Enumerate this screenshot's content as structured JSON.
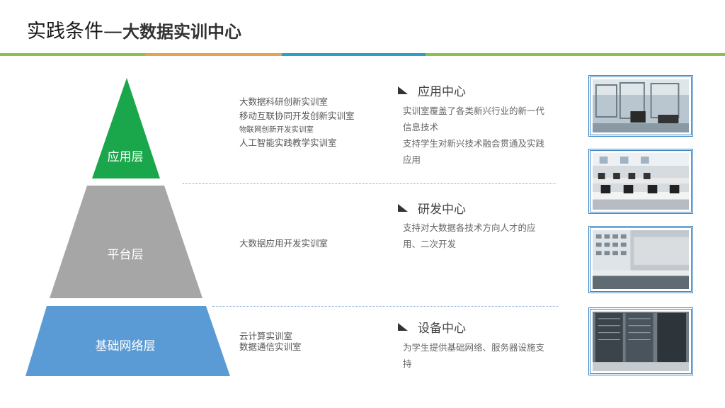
{
  "title": {
    "main": "实践条件—",
    "sub": "大数据实训中心"
  },
  "colors": {
    "green": "#1aa64a",
    "gray": "#a6a6a6",
    "blue": "#5b9bd5",
    "orange": "#e8a04c",
    "teal": "#2aa0c6",
    "lime": "#8cc152"
  },
  "pyramid": [
    {
      "label": "应用层"
    },
    {
      "label": "平台层"
    },
    {
      "label": "基础网络层"
    }
  ],
  "labs": {
    "app": [
      "大数据科研创新实训室",
      "移动互联协同开发创新实训室",
      "物联网创新开发实训室",
      "人工智能实践教学实训室"
    ],
    "platform": [
      "大数据应用开发实训室"
    ],
    "network": [
      "云计算实训室",
      "数据通信实训室"
    ]
  },
  "centers": [
    {
      "name": "应用中心",
      "desc": [
        "实训室覆盖了各类新兴行业的新一代信息技术",
        "支持学生对新兴技术融会贯通及实践应用"
      ]
    },
    {
      "name": "研发中心",
      "desc": [
        "支持对大数据各技术方向人才的应用、二次开发"
      ]
    },
    {
      "name": "设备中心",
      "desc": [
        "为学生提供基础网络、服务器设施支持"
      ]
    }
  ],
  "photos": [
    "lab-room-photo",
    "computer-lab-photo",
    "equipment-lab-photo",
    "server-room-photo"
  ]
}
